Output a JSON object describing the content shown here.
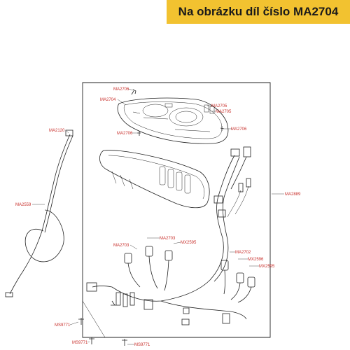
{
  "banner": {
    "text": "Na obrázku díl číslo MA2704",
    "background": "#f2c230"
  },
  "callout_color": "#c8302c",
  "labels": {
    "ma2706_top": "MA2706",
    "ma2704": "MA2704",
    "ma2705_a": "MA2705",
    "ma2705_b": "MA2705",
    "ma2706_right": "MA2706",
    "ma2706_left": "MA2706",
    "ma2120": "MA2120",
    "ma2889": "MA2889",
    "ma2559": "MA2559",
    "ma2703_left": "MA2703",
    "ma2703_mid": "MA2703",
    "mx2595_mid": "MX2595",
    "ma2702": "MA2702",
    "mx2596": "MX2596",
    "mx2595_right": "MX2595",
    "ms9771_a": "MS9771",
    "ms9771_b": "MS9771",
    "ms9771_c": "MS9771"
  }
}
